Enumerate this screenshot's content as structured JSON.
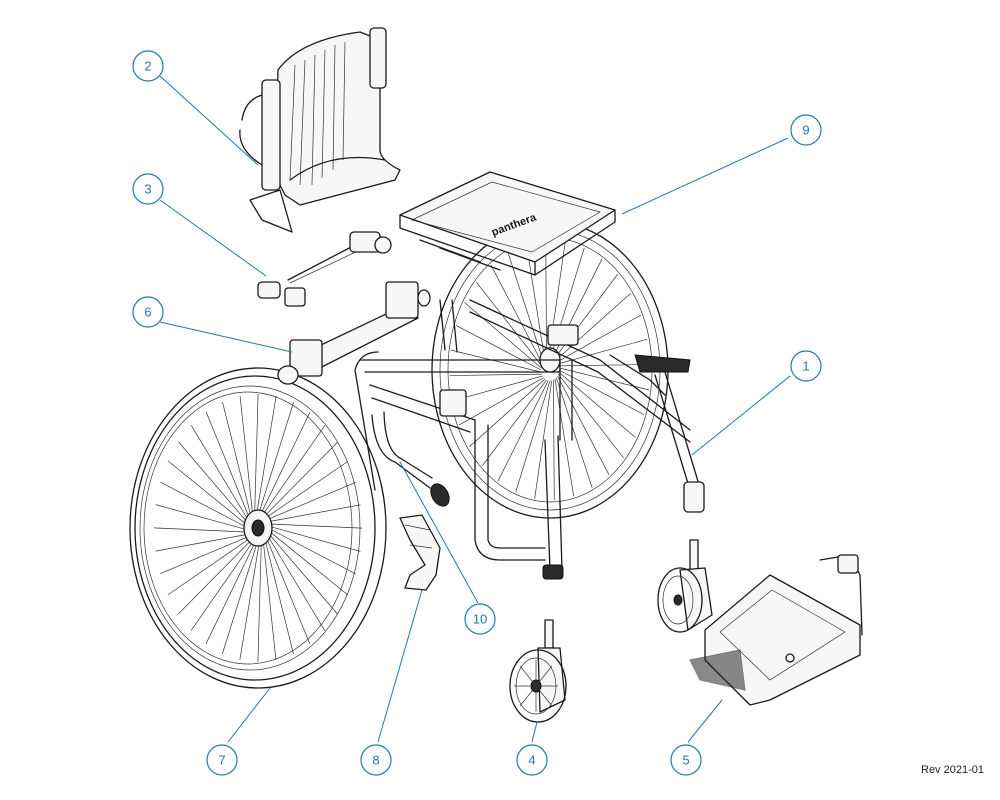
{
  "diagram": {
    "callouts": [
      {
        "id": "1",
        "label": "1"
      },
      {
        "id": "2",
        "label": "2"
      },
      {
        "id": "3",
        "label": "3"
      },
      {
        "id": "4",
        "label": "4"
      },
      {
        "id": "5",
        "label": "5"
      },
      {
        "id": "6",
        "label": "6"
      },
      {
        "id": "7",
        "label": "7"
      },
      {
        "id": "8",
        "label": "8"
      },
      {
        "id": "9",
        "label": "9"
      },
      {
        "id": "10",
        "label": "10"
      }
    ],
    "seat_brand_text": "panthera",
    "revision": "Rev 2021-01",
    "callout_color": "#1f78b4",
    "line_color": "#1a1a1a"
  }
}
